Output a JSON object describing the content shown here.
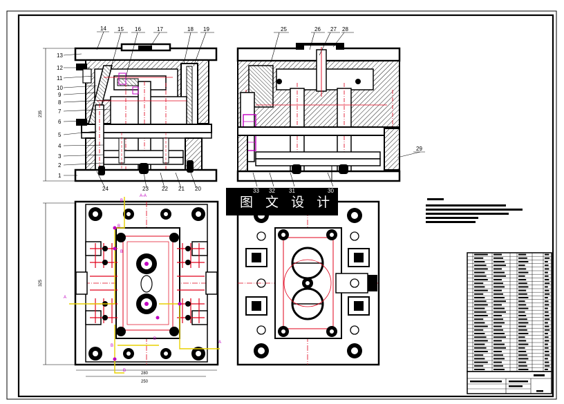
{
  "banner": {
    "text": "图 文 设 计"
  },
  "section_markers": {
    "section_label": "A-A",
    "marker_a": "A",
    "marker_b": "B"
  },
  "front_view_labels": [
    "13",
    "12",
    "11",
    "10",
    "9",
    "8",
    "7",
    "6",
    "5",
    "4",
    "3",
    "2",
    "1"
  ],
  "top_labels_left": [
    "14",
    "15",
    "16",
    "17",
    "18",
    "19"
  ],
  "bottom_labels_left": [
    "24",
    "23",
    "22",
    "21",
    "20"
  ],
  "top_labels_right": [
    "25",
    "26",
    "27",
    "28"
  ],
  "side_labels_right": [
    "29"
  ],
  "bottom_labels_right": [
    "33",
    "32",
    "31",
    "30"
  ],
  "colors": {
    "line": "#000000",
    "center_line": "#e0001a",
    "part_magenta": "#c000c0",
    "marker_yellow": "#e8d000",
    "banner_bg": "#000000"
  }
}
